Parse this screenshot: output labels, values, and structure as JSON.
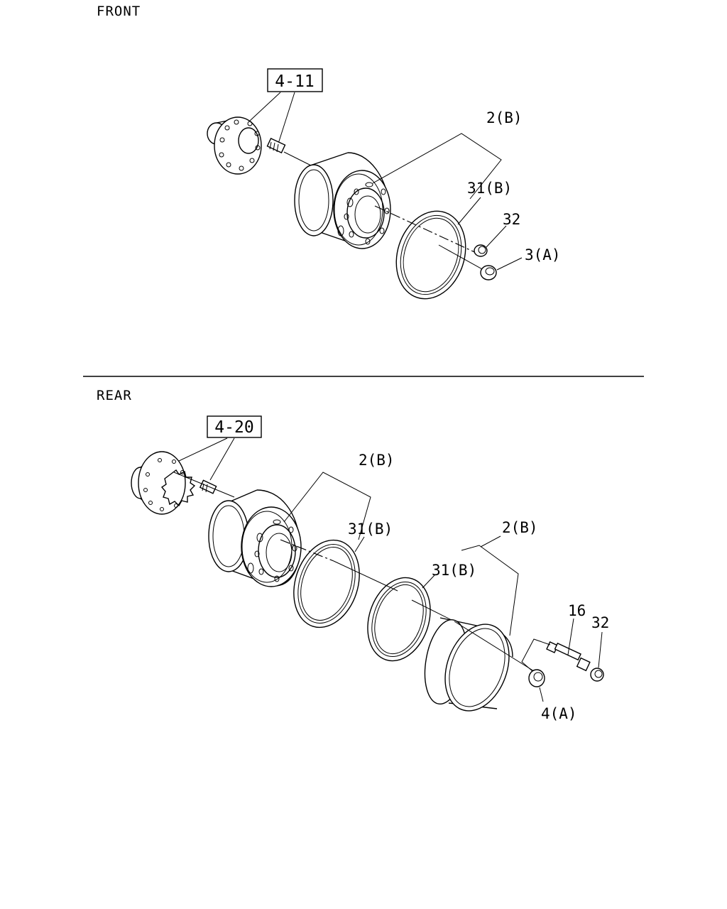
{
  "sections": {
    "front": "FRONT",
    "rear": "REAR"
  },
  "references": {
    "front_hub": "4-11",
    "rear_hub": "4-20"
  },
  "callouts": {
    "front_disc_wheel": "2(B)",
    "front_side_ring": "31(B)",
    "front_cap": "32",
    "front_nut": "3(A)",
    "rear_inner_wheel": "2(B)",
    "rear_inner_ring": "31(B)",
    "rear_outer_wheel": "2(B)",
    "rear_outer_ring": "31(B)",
    "rear_bolt": "16",
    "rear_cap": "32",
    "rear_nut": "4(A)"
  }
}
